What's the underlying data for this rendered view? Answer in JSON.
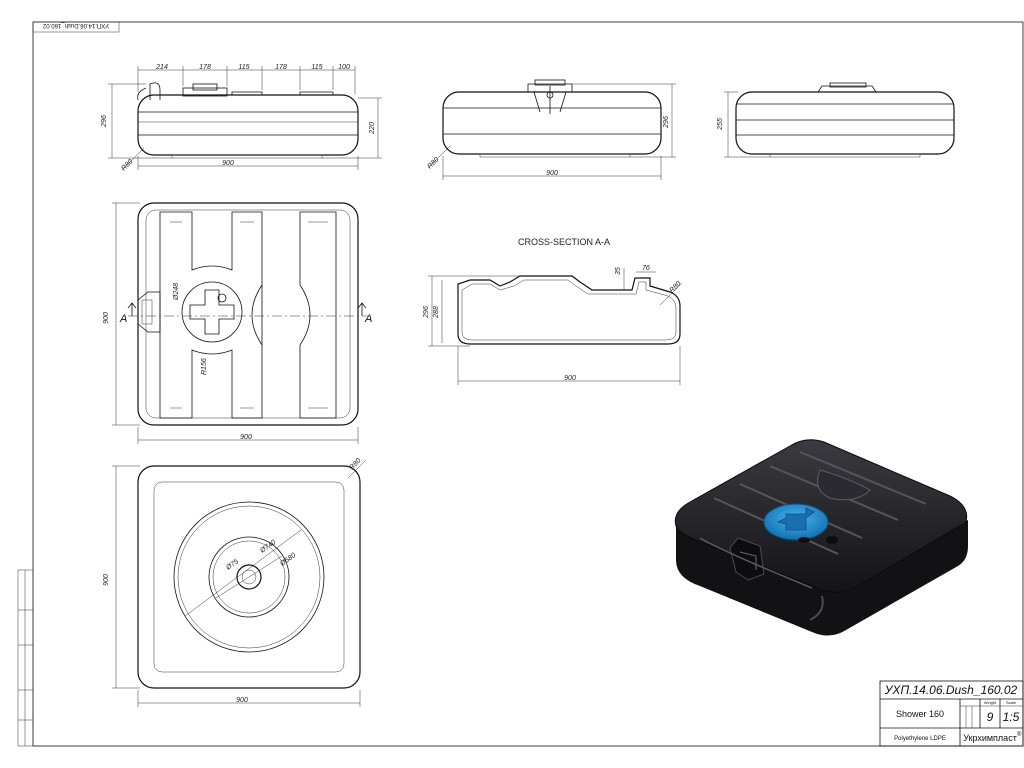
{
  "stamp": "УХП.14.06.Dush_160.02",
  "section_title": "CROSS-SECTION A-A",
  "section_marker": "A",
  "dims": {
    "front_top": [
      "214",
      "178",
      "115",
      "178",
      "115",
      "100"
    ],
    "front_height": "296",
    "front_right": "220",
    "front_radius": "R80",
    "front_width": "900",
    "side_height": "296",
    "side_radius": "R80",
    "side_width": "900",
    "right_height": "255",
    "plan_height": "900",
    "plan_width": "900",
    "plan_dia": "Ø248",
    "plan_radius": "R156",
    "section_h1": "296",
    "section_h2": "288",
    "section_35": "35",
    "section_76": "76",
    "section_radius": "R80",
    "section_width": "900",
    "bottom_radius": "R80",
    "bottom_height": "900",
    "bottom_width": "900",
    "bottom_d1": "Ø740",
    "bottom_d2": "Ø580",
    "bottom_d3": "Ø75"
  },
  "title_block": {
    "code": "УХП.14.06.Dush_160.02",
    "name": "Shower 160",
    "material": "Polyethylene LDPE",
    "weight_label": "Weight",
    "scale_label": "Scale",
    "weight": "9",
    "scale": "1:5",
    "company": "Укрхимпласт",
    "reg_mark": "®"
  },
  "colors": {
    "tank_body": "#1e1e22",
    "tank_highlight": "#4a4a52",
    "cap_blue": "#1f8fd6"
  }
}
